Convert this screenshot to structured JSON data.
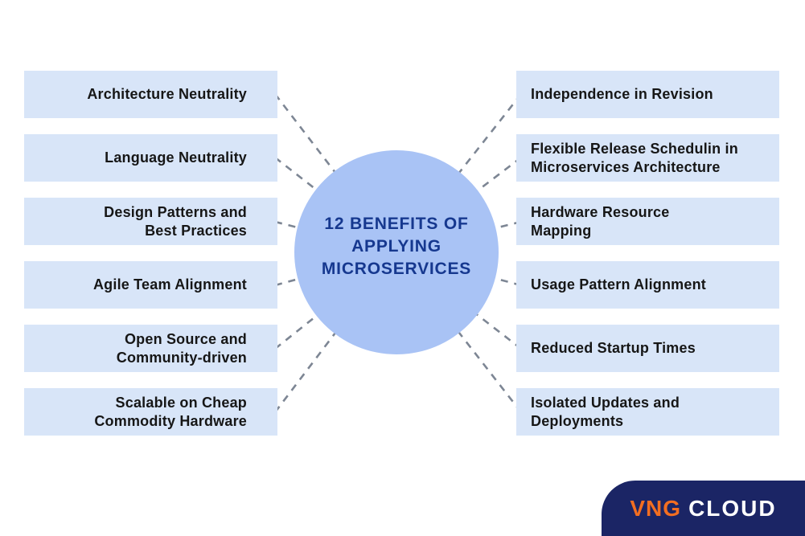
{
  "center": {
    "title": "12 BENEFITS OF\nAPPLYING\nMICROSERVICES"
  },
  "benefits": {
    "left": [
      {
        "label": "Architecture Neutrality"
      },
      {
        "label": "Language Neutrality"
      },
      {
        "label": "Design Patterns and\nBest Practices"
      },
      {
        "label": "Agile Team Alignment"
      },
      {
        "label": "Open Source and\nCommunity-driven"
      },
      {
        "label": "Scalable on Cheap\nCommodity Hardware"
      }
    ],
    "right": [
      {
        "label": "Independence in Revision"
      },
      {
        "label": "Flexible Release Schedulin in\nMicroservices Architecture"
      },
      {
        "label": "Hardware Resource\nMapping"
      },
      {
        "label": "Usage Pattern Alignment"
      },
      {
        "label": "Reduced Startup Times"
      },
      {
        "label": "Isolated Updates and\nDeployments"
      }
    ]
  },
  "logo": {
    "brand": "VNG",
    "product": "CLOUD"
  },
  "colors": {
    "box_background": "#D8E5F8",
    "circle_background": "#A9C3F5",
    "circle_text": "#16388F",
    "box_text": "#161616",
    "connector_line": "#7D8694",
    "logo_badge_background": "#1B2565",
    "logo_brand_orange": "#F26E21",
    "logo_product_white": "#FFFFFF"
  }
}
